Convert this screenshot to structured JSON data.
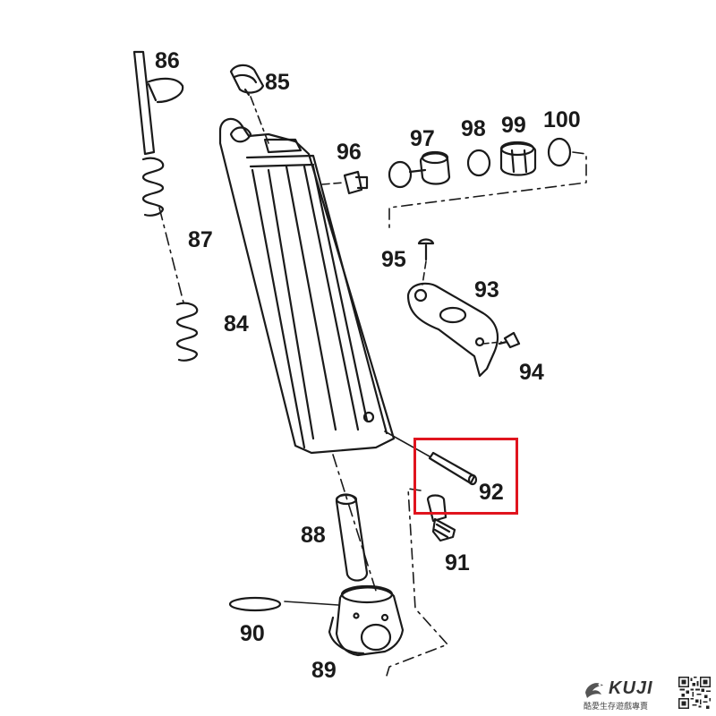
{
  "diagram": {
    "part_labels": [
      "86",
      "85",
      "96",
      "97",
      "98",
      "99",
      "100",
      "87",
      "95",
      "93",
      "84",
      "94",
      "92",
      "88",
      "91",
      "90",
      "89"
    ],
    "highlighted_part": "92",
    "highlight_color": "#e0141e"
  },
  "brand": {
    "logo_text": "KUJI",
    "logo_subtext": "酷愛生存遊戲專賣",
    "logo_icon": "kuji-logo-icon",
    "qr_icon": "qr-code-icon"
  }
}
